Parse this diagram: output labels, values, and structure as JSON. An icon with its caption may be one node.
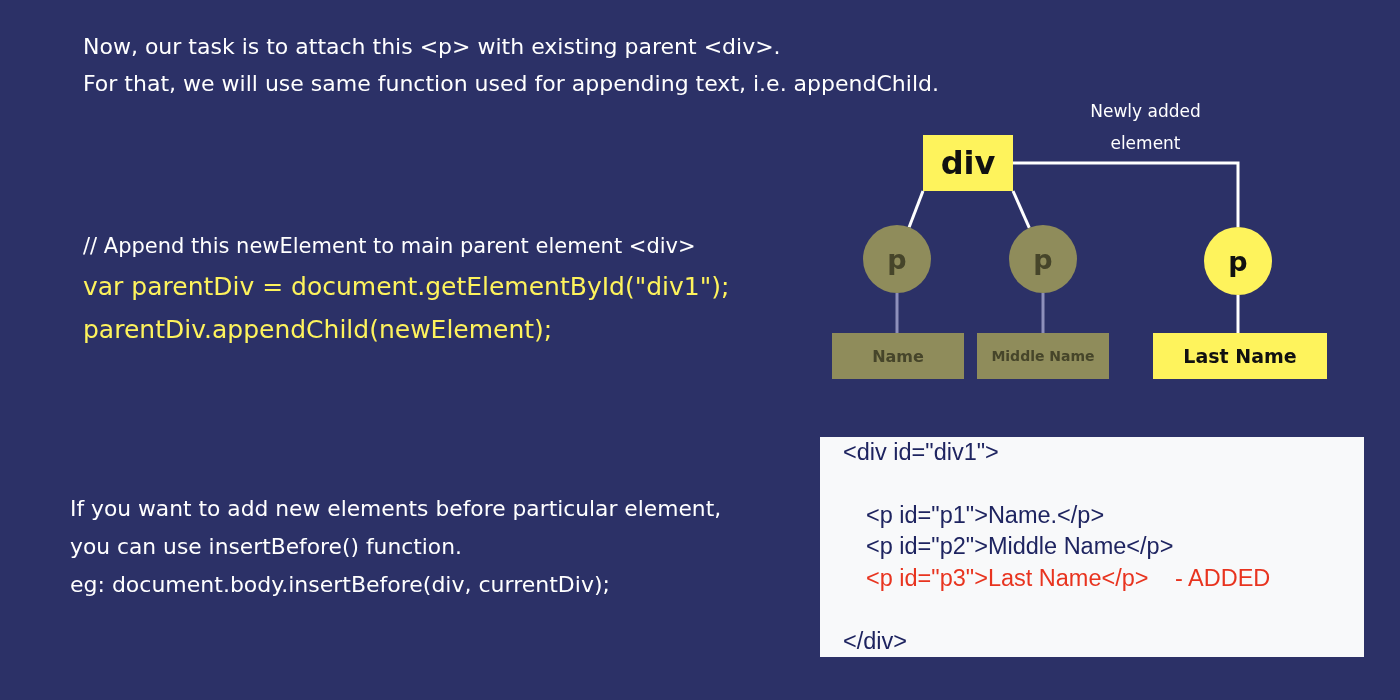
{
  "diagram": {
    "nodes": [
      {
        "text": [
          "div"
        ]
      },
      {
        "text": [
          "p"
        ]
      },
      {
        "text": [
          "p"
        ]
      },
      {
        "text": [
          "p"
        ]
      },
      {
        "text": [
          "Name"
        ]
      },
      {
        "text": [
          "Middle Name"
        ]
      },
      {
        "text": [
          "Last Name"
        ]
      }
    ],
    "edges": [
      {
        "from": 0,
        "to": 1,
        "arrow": "none"
      },
      {
        "from": 0,
        "to": 2,
        "arrow": "none"
      },
      {
        "from": 0,
        "to": 3,
        "arrow": "none",
        "label": "Newly added element"
      },
      {
        "from": 1,
        "to": 4,
        "arrow": "none",
        "color": "#8e90bb"
      },
      {
        "from": 2,
        "to": 5,
        "arrow": "none",
        "color": "#8e90bb"
      },
      {
        "from": 3,
        "to": 6,
        "arrow": "none"
      }
    ],
    "labels": [
      "Now, our task is to attach this <p> with existing parent <div>.",
      "For that, we will use same function used for appending text, i.e. appendChild.",
      "// Append this newElement to main parent element <div>",
      "var parentDiv = document.getElementById(\"div1\");",
      "parentDiv.appendChild(newElement);",
      "If you want to add new elements before particular element, you can use insertBefore() function.",
      "eg: document.body.insertBefore(div, currentDiv);",
      "<div id=\"div1\">",
      "<p id=\"p1\">Name.</p>",
      "<p id=\"p2\">Middle Name</p>",
      "<p id=\"p3\">Last Name</p>",
      "- ADDED",
      "</div>"
    ]
  }
}
